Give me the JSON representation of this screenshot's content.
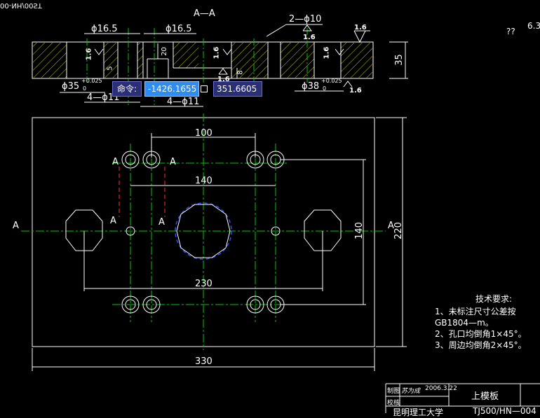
{
  "drawing": {
    "top_left_fragment": "00-NH/00ST",
    "section_label": "A—A",
    "unknown_marks": "??",
    "right_edge_fragment": "6.3",
    "dims": {
      "phi16_5_left": "ϕ16.5",
      "phi16_5_right": "ϕ16.5",
      "two_phi10": "2—ϕ10",
      "r16_1": "1.6",
      "r16_2": "1.6",
      "r16_3": "1.6",
      "r16_4": "1.6",
      "r16_5": "1.6",
      "r16_6": "1.6",
      "r16_7": "1.6",
      "d35": "35",
      "d20": "20",
      "d5": "5",
      "d8": "8",
      "phi35": "ϕ35",
      "phi35_tol_top": "+0.025",
      "phi35_tol_bot": "0",
      "phi38": "ϕ38",
      "phi38_tol_top": "+0.025",
      "phi38_tol_bot": "0",
      "four_phi11_a": "4—ϕ11",
      "four_phi11_b": "4—ϕ11",
      "d100": "100",
      "d140_h": "140",
      "d140_v": "140",
      "d230": "230",
      "d220": "220",
      "d330": "330",
      "a_left": "A",
      "a_right": "A",
      "a_top1": "A",
      "a_top2": "A",
      "a_mid1": "A",
      "a_mid2": "A"
    },
    "tech_requirements": {
      "title": "技术要求:",
      "line1": "1、未标注尺寸公差按",
      "line2": "GB1804—m。",
      "line3": "2、孔口均倒角1×45°。",
      "line4": "3、周边均倒角2×45°。"
    },
    "title_block": {
      "drawn_label": "制图",
      "drawn_by": "苏为成",
      "date": "2006.3.22",
      "part_name": "上模板",
      "checked_label": "校核",
      "school": "昆明理工大学",
      "drawing_no": "TJ500/HN—004"
    }
  },
  "command_line": {
    "prompt": "命令:",
    "x_value": "-1426.1655",
    "y_value": "351.6605"
  },
  "colors": {
    "background": "#000000",
    "outline": "#ffffff",
    "centerline": "#00c800",
    "hatch": "#c8c800",
    "dashed_red": "#ff3030",
    "arc_blue": "#3050ff",
    "tooltip_blue": "#2f8cf0",
    "tooltip_navy": "#2b2f76"
  }
}
